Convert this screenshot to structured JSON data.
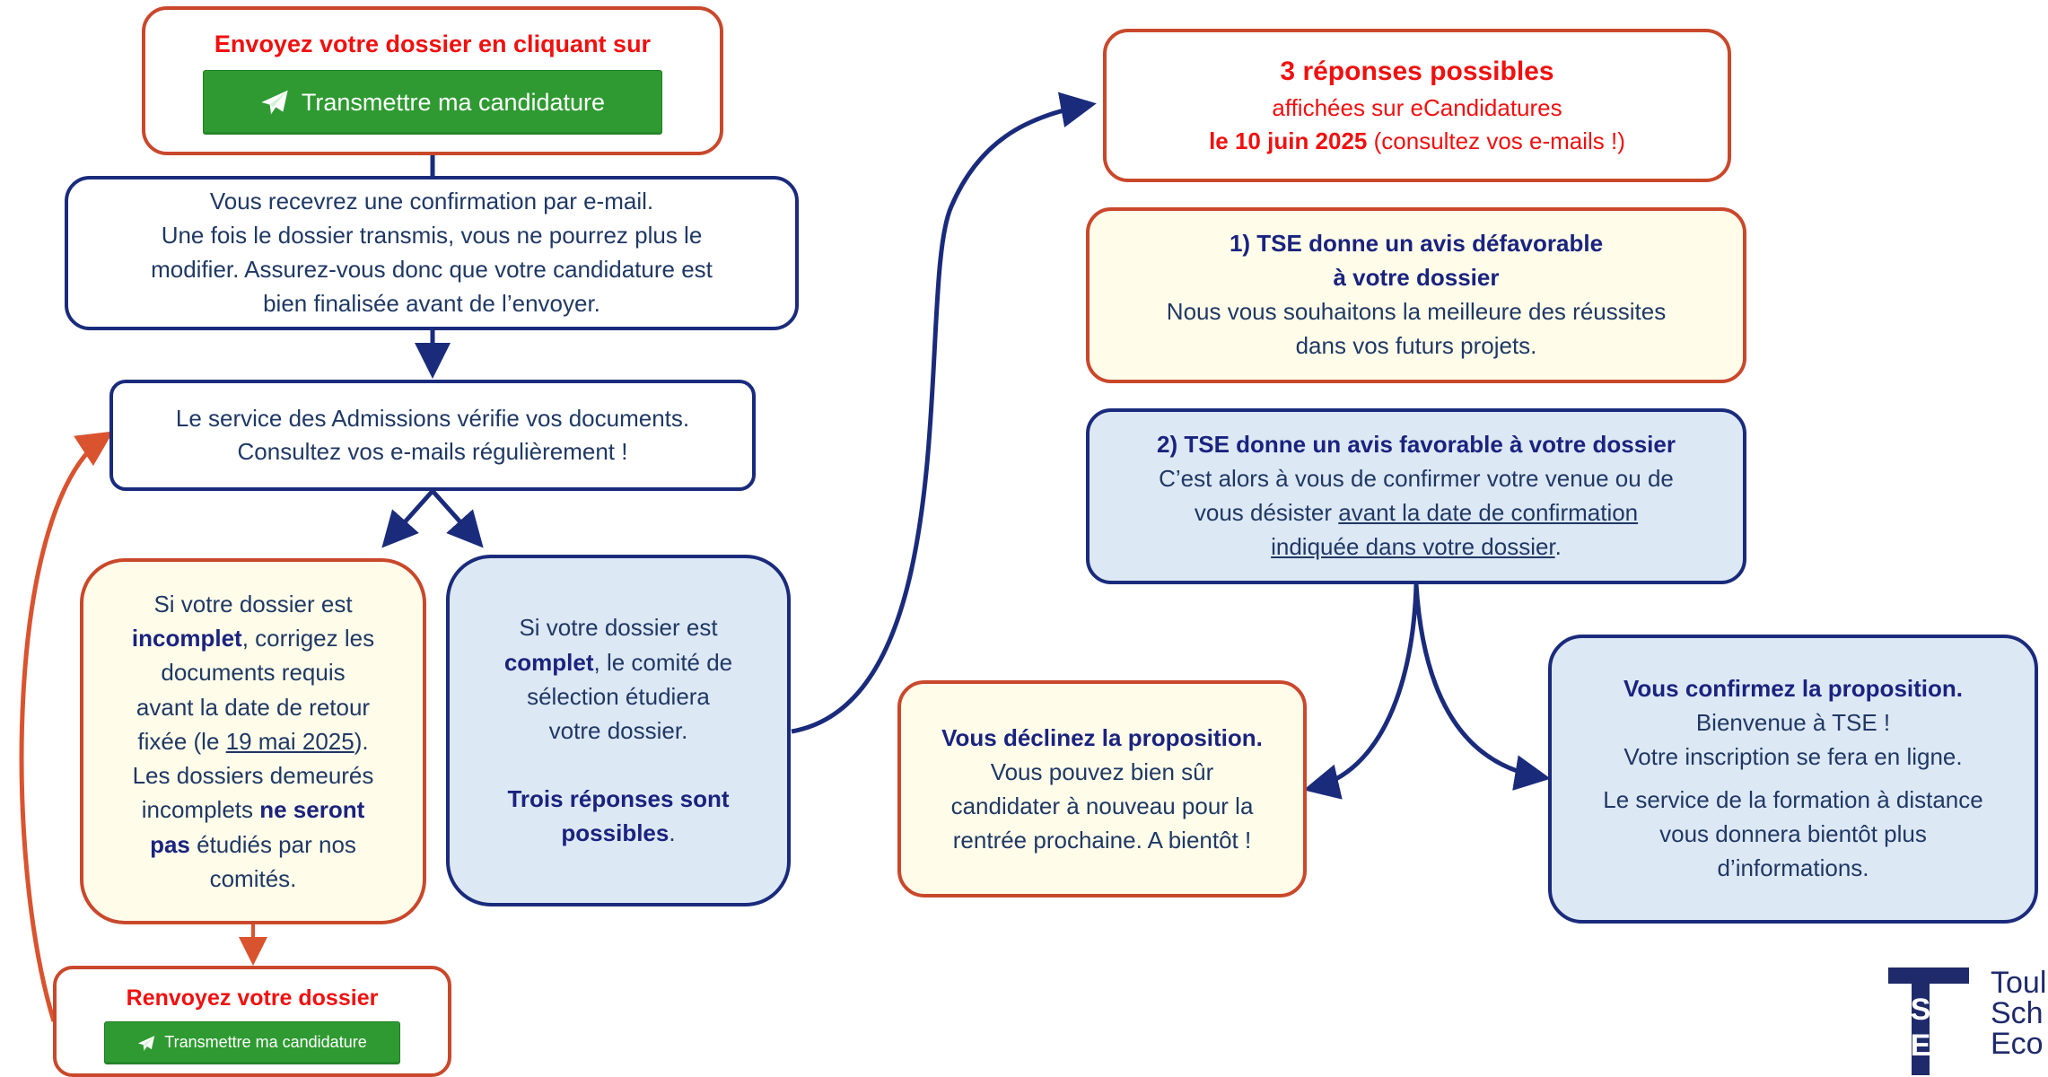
{
  "send_box": {
    "title": "Envoyez votre dossier en cliquant sur",
    "button_label": "Transmettre ma candidature",
    "button_icon": "paper-plane-icon"
  },
  "confirmation_box": {
    "line1": "Vous recevrez une confirmation par e-mail.",
    "line2": "Une fois le dossier transmis, vous ne pourrez plus le",
    "line3": "modifier. Assurez-vous donc que votre candidature est",
    "line4": "bien finalisée avant de l’envoyer."
  },
  "admissions_box": {
    "line1": "Le service des Admissions vérifie vos documents.",
    "line2": "Consultez vos e-mails régulièrement !"
  },
  "incomplete_box": {
    "l1": "Si votre dossier est",
    "l2_bold": "incomplet",
    "l2_rest": ", corrigez les",
    "l3": "documents requis",
    "l4": "avant la date de retour",
    "l5_pre": "fixée (le ",
    "l5_link": "19 mai 2025",
    "l5_post": ").",
    "l6": "Les dossiers demeurés",
    "l7_pre": "incomplets ",
    "l7_bold": "ne seront",
    "l8_bold": "pas",
    "l8_rest": " étudiés par nos",
    "l9": "comités."
  },
  "complete_box": {
    "l1": "Si votre dossier est",
    "l2_bold": "complet",
    "l2_rest": ", le comité de",
    "l3": "sélection étudiera",
    "l4": "votre dossier.",
    "l5_bold": "Trois réponses sont",
    "l6_bold": "possibles",
    "l6_rest": "."
  },
  "resend_box": {
    "title": "Renvoyez votre dossier",
    "button_label": "Transmettre ma candidature",
    "button_icon": "paper-plane-icon"
  },
  "responses_box": {
    "title": "3 réponses possibles",
    "line2": "affichées sur eCandidatures",
    "line3_bold": "le 10 juin 2025",
    "line3_rest": " (consultez vos e-mails !)"
  },
  "unfavorable_box": {
    "title1": "1)   TSE donne un avis défavorable",
    "title2": "à votre dossier",
    "line3": "Nous vous souhaitons la meilleure des réussites",
    "line4": "dans vos futurs projets."
  },
  "favorable_box": {
    "title": "2) TSE donne un avis favorable à votre dossier",
    "line2": "C’est alors à vous de confirmer votre venue ou de",
    "line3_pre": "vous désister ",
    "line3_link": "avant la date de confirmation",
    "line4_link": "indiquée dans votre dossier",
    "line4_post": "."
  },
  "decline_box": {
    "title": "Vous déclinez la proposition.",
    "line2": "Vous pouvez bien sûr",
    "line3": "candidater à nouveau pour la",
    "line4": "rentrée prochaine. A bientôt !"
  },
  "confirm_box": {
    "title": "Vous confirmez la proposition.",
    "line2": "Bienvenue à TSE !",
    "line3": "Votre inscription se fera en ligne.",
    "line4": "Le service de la formation à distance",
    "line5": "vous donnera bientôt plus",
    "line6": "d’informations."
  },
  "logo": {
    "mark_letters": "TSE",
    "word1": "Toul",
    "word2": "Sch",
    "word3": "Eco"
  },
  "colors": {
    "red_border": "#c9482b",
    "navy": "#1a237e",
    "button_green": "#2e9a31",
    "yellow_fill": "#fffdea",
    "blue_fill": "#dde8f5",
    "title_red": "#f01010"
  }
}
